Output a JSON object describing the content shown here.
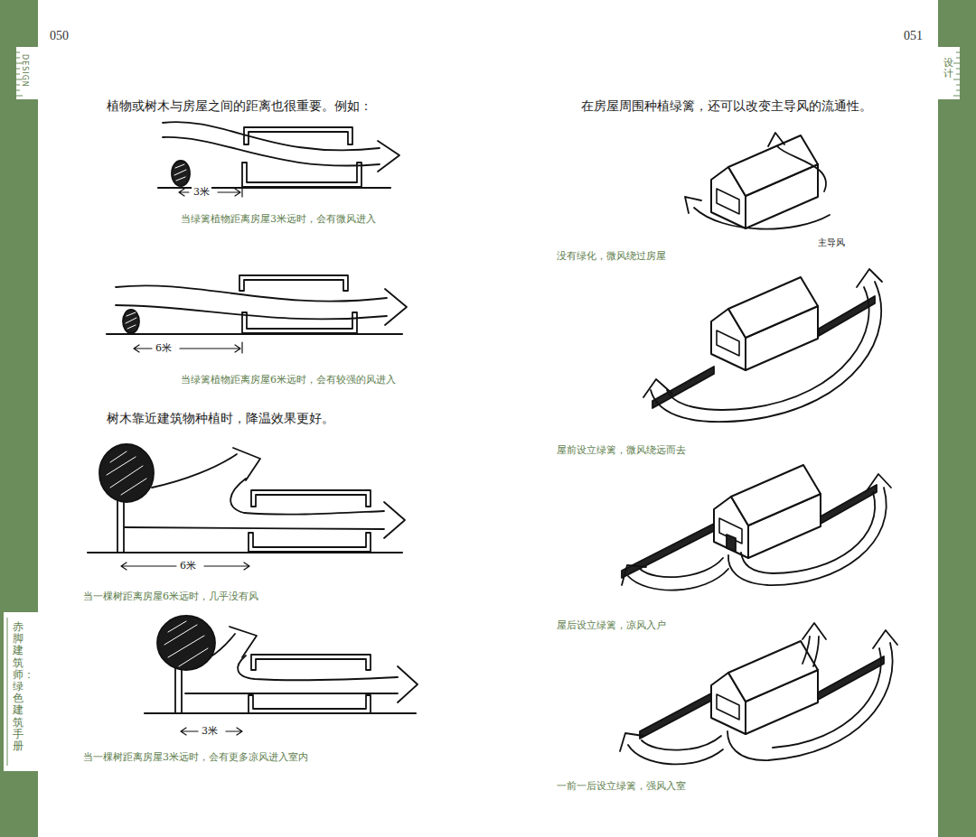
{
  "diagram": {
    "labels": [
      "050",
      "051",
      "DESIGN",
      "设计",
      "赤脚建筑师：绿色建筑手册",
      "植物或树木与房屋之间的距离也很重要。例如：",
      "3米",
      "当绿篱植物距离房屋3米远时，会有微风进入",
      "6米",
      "当绿篱植物距离房屋6米远时，会有较强的风进入",
      "树木靠近建筑物种植时，降温效果更好。",
      "6米",
      "当一棵树距离房屋6米远时，几乎没有风",
      "3米",
      "当一棵树距离房屋3米远时，会有更多凉风进入室内",
      "在房屋周围种植绿篱，还可以改变主导风的流通性。",
      "没有绿化，微风绕过房屋",
      "主导风",
      "屋前设立绿篱，微风绕远而去",
      "屋后设立绿篱，凉风入户",
      "一前一后设立绿篱，强风入室"
    ]
  }
}
